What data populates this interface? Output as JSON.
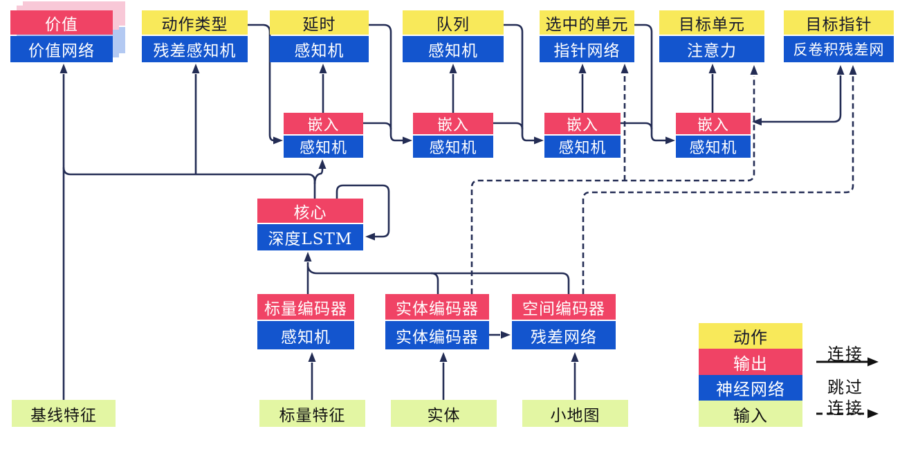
{
  "boxes": {
    "value": {
      "top": "价值",
      "bottom": "价值网络"
    },
    "action_type": {
      "top": "动作类型",
      "bottom": "残差感知机"
    },
    "delay": {
      "top": "延时",
      "bottom": "感知机"
    },
    "queue": {
      "top": "队列",
      "bottom": "感知机"
    },
    "selected_units": {
      "top": "选中的单元",
      "bottom": "指针网络"
    },
    "target_unit": {
      "top": "目标单元",
      "bottom": "注意力"
    },
    "target_point": {
      "top": "目标指针",
      "bottom": "反卷积残差网"
    },
    "embed1": {
      "top": "嵌入",
      "bottom": "感知机"
    },
    "embed2": {
      "top": "嵌入",
      "bottom": "感知机"
    },
    "embed3": {
      "top": "嵌入",
      "bottom": "感知机"
    },
    "embed4": {
      "top": "嵌入",
      "bottom": "感知机"
    },
    "core": {
      "top": "核心",
      "bottom": "深度LSTM"
    },
    "scalar_encoder": {
      "top": "标量编码器",
      "bottom": "感知机"
    },
    "entity_encoder": {
      "top": "实体编码器",
      "bottom": "实体编码器"
    },
    "spatial_encoder": {
      "top": "空间编码器",
      "bottom": "残差网络"
    },
    "baseline_features": "基线特征",
    "scalar_features": "标量特征",
    "entities": "实体",
    "minimap": "小地图"
  },
  "legend": {
    "action": "动作",
    "output": "输出",
    "network": "神经网络",
    "input": "输入",
    "solid_label": "连接",
    "skip_label_line1": "跳过",
    "skip_label_line2": "连接"
  },
  "colors": {
    "action_yellow": "#F8E95A",
    "output_red": "#F04365",
    "network_blue": "#1355CE",
    "input_green": "#E3F6A3",
    "wire_navy": "#232C54",
    "legend_arrow_black": "#111111",
    "value_shadow_pink": "#F8C8D7",
    "value_shadow_blue": "#B3C9F2"
  }
}
